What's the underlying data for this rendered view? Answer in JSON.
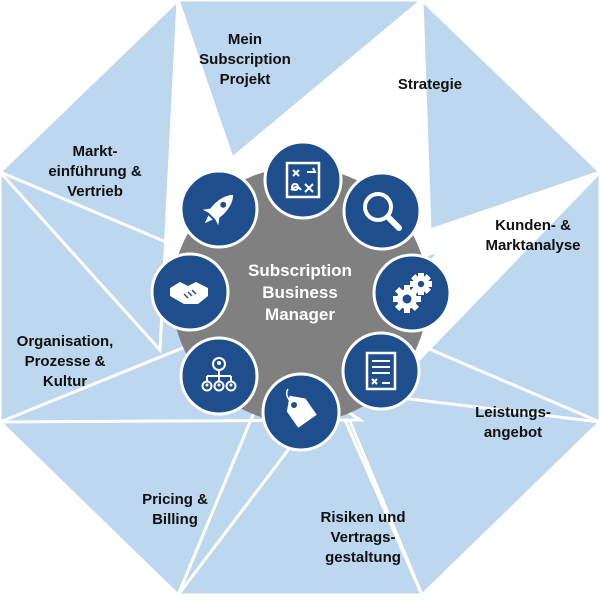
{
  "center": {
    "lines": [
      "Subscription",
      "Business",
      "Manager"
    ]
  },
  "colors": {
    "segment_fill": "#BDD7EE",
    "segment_stroke": "#ffffff",
    "center_fill": "#808080",
    "icon_circle": "#1F4E8C",
    "icon_ring": "#ffffff",
    "icon_glyph": "#ffffff"
  },
  "segments": [
    {
      "id": "mein-subscription-projekt",
      "lines": [
        "Mein",
        "Subscription",
        "Projekt"
      ]
    },
    {
      "id": "strategie",
      "lines": [
        "Strategie"
      ]
    },
    {
      "id": "kunden-marktanalyse",
      "lines": [
        "Kunden- &",
        "Marktanalyse"
      ]
    },
    {
      "id": "leistungsangebot",
      "lines": [
        "Leistungs-",
        "angebot"
      ]
    },
    {
      "id": "risiken-vertragsgestaltung",
      "lines": [
        "Risiken und",
        "Vertrags-",
        "gestaltung"
      ]
    },
    {
      "id": "pricing-billing",
      "lines": [
        "Pricing &",
        "Billing"
      ]
    },
    {
      "id": "organisation-prozesse-kultur",
      "lines": [
        "Organisation,",
        "Prozesse &",
        "Kultur"
      ]
    },
    {
      "id": "marktfuehrung-vertrieb",
      "lines": [
        "Markt-",
        "einführung &",
        "Vertrieb"
      ]
    }
  ],
  "icons": [
    {
      "id": "strategy-board-icon"
    },
    {
      "id": "magnifier-icon"
    },
    {
      "id": "gears-icon"
    },
    {
      "id": "contract-document-icon"
    },
    {
      "id": "price-tag-icon"
    },
    {
      "id": "org-chart-icon"
    },
    {
      "id": "handshake-icon"
    },
    {
      "id": "rocket-icon"
    }
  ]
}
